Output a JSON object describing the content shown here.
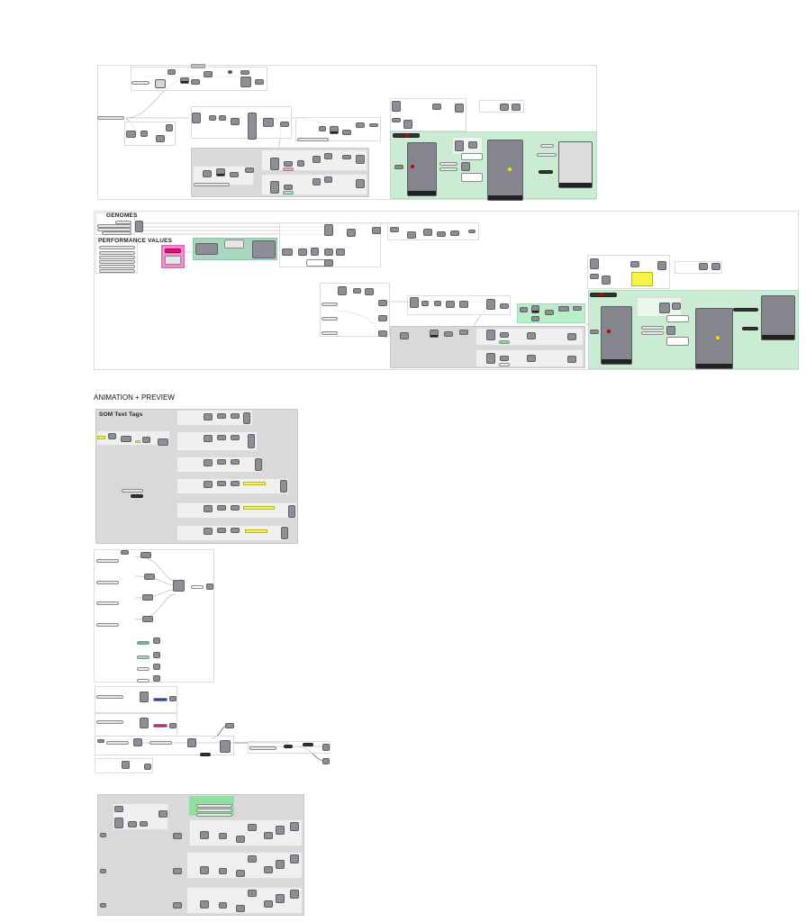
{
  "canvas": {
    "background": "#ffffff",
    "sections": {
      "genomes_label": "GENOMES",
      "performance_label": "PERFORMANCE VALUES",
      "animation_heading": "ANIMATION + PREVIEW",
      "som_group_title": "SOM Text Tags"
    },
    "colors": {
      "component": "#8e8e96",
      "group_gray": "#d9d9d9",
      "group_green": "#c9ecd2",
      "group_pink": "#f08ccc",
      "panel_yellow": "#f5f24a",
      "wire": "#555555"
    }
  }
}
